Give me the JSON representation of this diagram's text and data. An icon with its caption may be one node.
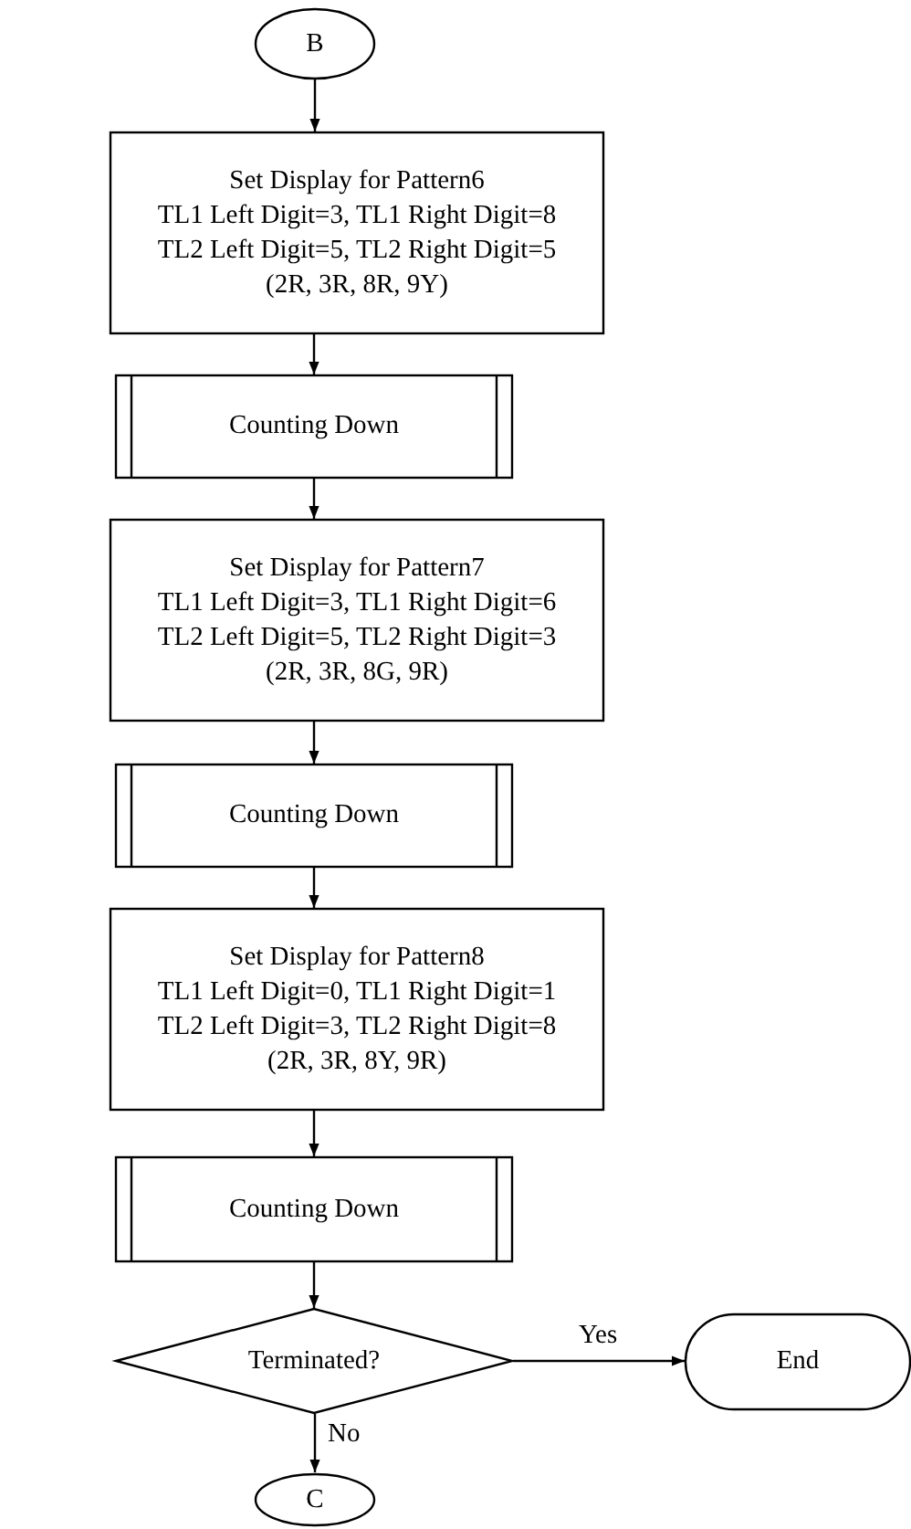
{
  "diagram": {
    "nodes": [
      {
        "text": [
          "B"
        ]
      },
      {
        "text": [
          "Set Display for Pattern6",
          "TL1 Left Digit=3, TL1 Right Digit=8",
          "TL2 Left Digit=5, TL2 Right Digit=5",
          "(2R, 3R, 8R, 9Y)"
        ]
      },
      {
        "text": [
          "Counting Down"
        ]
      },
      {
        "text": [
          "Set Display for Pattern7",
          "TL1 Left Digit=3, TL1 Right Digit=6",
          "TL2 Left Digit=5, TL2 Right Digit=3",
          "(2R, 3R, 8G, 9R)"
        ]
      },
      {
        "text": [
          "Counting Down"
        ]
      },
      {
        "text": [
          "Set Display for Pattern8",
          "TL1 Left Digit=0, TL1 Right Digit=1",
          "TL2 Left Digit=3, TL2 Right Digit=8",
          "(2R, 3R, 8Y, 9R)"
        ]
      },
      {
        "text": [
          "Counting Down"
        ]
      },
      {
        "text": [
          "Terminated?"
        ]
      },
      {
        "text": [
          "End"
        ]
      },
      {
        "text": [
          "C"
        ]
      }
    ],
    "edges": [
      {
        "from": 0,
        "to": 1,
        "arrow": "to"
      },
      {
        "from": 1,
        "to": 2,
        "arrow": "to"
      },
      {
        "from": 2,
        "to": 3,
        "arrow": "to"
      },
      {
        "from": 3,
        "to": 4,
        "arrow": "to"
      },
      {
        "from": 4,
        "to": 5,
        "arrow": "to"
      },
      {
        "from": 5,
        "to": 6,
        "arrow": "to"
      },
      {
        "from": 6,
        "to": 7,
        "arrow": "to"
      },
      {
        "from": 7,
        "to": 8,
        "arrow": "to",
        "label": "Yes"
      },
      {
        "from": 7,
        "to": 9,
        "arrow": "to",
        "label": "No"
      }
    ]
  }
}
